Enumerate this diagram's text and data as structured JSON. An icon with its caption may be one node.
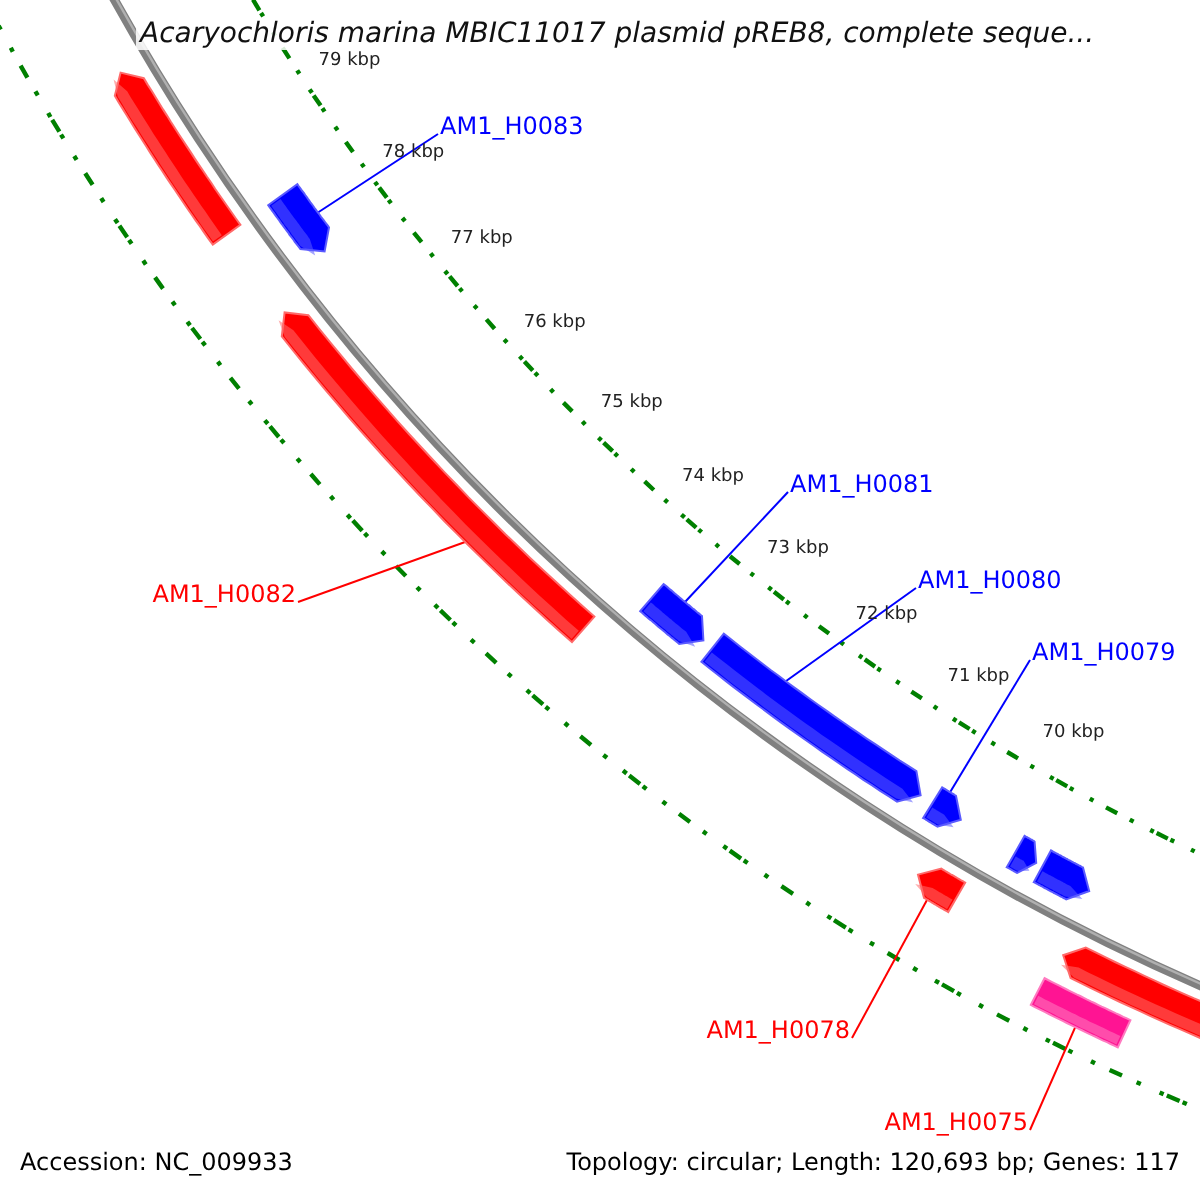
{
  "diagram": {
    "title": "Acaryochloris marina MBIC11017 plasmid pREB8, complete seque...",
    "nodes": [
      {
        "text": [
          "AM1_H0083"
        ]
      },
      {
        "text": [],
        "shape": "arrow"
      },
      {
        "text": [
          "AM1_H0081"
        ]
      },
      {
        "text": [],
        "shape": "arrow"
      },
      {
        "text": [
          "AM1_H0082"
        ]
      },
      {
        "text": [],
        "shape": "arrow"
      },
      {
        "text": [
          "AM1_H0080"
        ]
      },
      {
        "text": [],
        "shape": "arrow"
      },
      {
        "text": [
          "AM1_H0079"
        ]
      },
      {
        "text": [],
        "shape": "arrow"
      },
      {
        "text": [
          "AM1_H0078"
        ]
      },
      {
        "text": [],
        "shape": "arrow"
      },
      {
        "text": [
          "AM1_H0075"
        ]
      },
      {
        "text": [],
        "shape": "bar"
      }
    ],
    "edges": [
      {
        "from": 0,
        "to": 1,
        "arrow": "none"
      },
      {
        "from": 2,
        "to": 3,
        "arrow": "none"
      },
      {
        "from": 4,
        "to": 5,
        "arrow": "none",
        "color": "#ff0000"
      },
      {
        "from": 6,
        "to": 7,
        "arrow": "none"
      },
      {
        "from": 8,
        "to": 9,
        "arrow": "none"
      },
      {
        "from": 10,
        "to": 11,
        "arrow": "none",
        "color": "#ff0000"
      },
      {
        "from": 12,
        "to": 13,
        "arrow": "none",
        "color": "#ff0000"
      }
    ],
    "labels": [
      "79 kbp",
      "78 kbp",
      "77 kbp",
      "76 kbp",
      "75 kbp",
      "74 kbp",
      "73 kbp",
      "72 kbp",
      "71 kbp",
      "70 kbp",
      "Accession: NC_009933",
      "Topology: circular; Length: 120,693 bp; Genes: 117"
    ]
  }
}
